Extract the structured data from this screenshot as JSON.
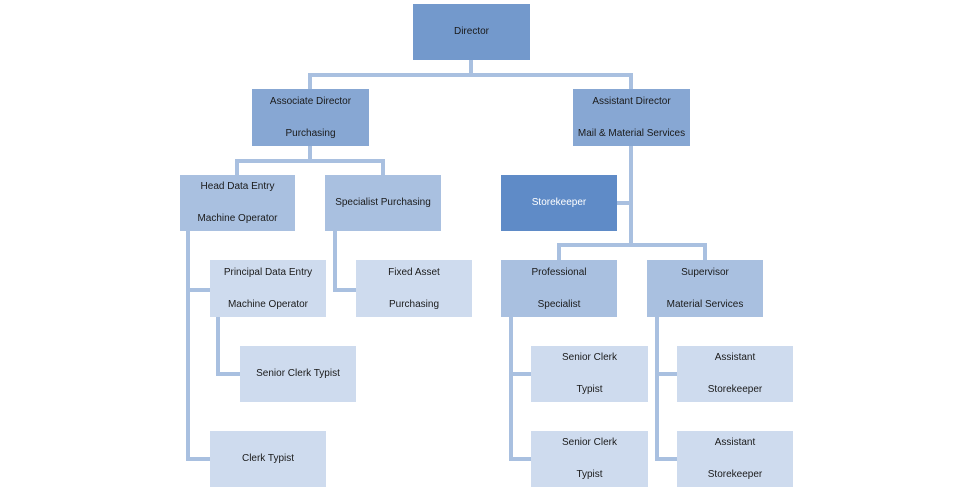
{
  "colors": {
    "connector": "#a9c0e0",
    "director": "#7399cc",
    "second_level": "#87a7d3",
    "third_level": "#a9c0e0",
    "fourth_level": "#cedbee",
    "storekeeper": "#5f8bc7"
  },
  "nodes": {
    "director": {
      "line1": "Director"
    },
    "associate_director": {
      "line1": "Associate Director",
      "line2": "Purchasing"
    },
    "assistant_director": {
      "line1": "Assistant Director",
      "line2": "Mail & Material Services"
    },
    "head_data_entry": {
      "line1": "Head Data Entry",
      "line2": "Machine Operator"
    },
    "specialist_purchasing": {
      "line1": "Specialist Purchasing"
    },
    "storekeeper": {
      "line1": "Storekeeper"
    },
    "principal_data_entry": {
      "line1": "Principal Data Entry",
      "line2": "Machine Operator"
    },
    "fixed_asset": {
      "line1": "Fixed Asset",
      "line2": "Purchasing"
    },
    "professional_specialist": {
      "line1": "Professional",
      "line2": "Specialist"
    },
    "supervisor_material": {
      "line1": "Supervisor",
      "line2": "Material Services"
    },
    "senior_clerk_typist_left": {
      "line1": "Senior Clerk  Typist"
    },
    "clerk_typist": {
      "line1": "Clerk Typist"
    },
    "senior_clerk_typist_1": {
      "line1": "Senior Clerk",
      "line2": "Typist"
    },
    "senior_clerk_typist_2": {
      "line1": "Senior Clerk",
      "line2": "Typist"
    },
    "assistant_storekeeper_1": {
      "line1": "Assistant",
      "line2": "Storekeeper"
    },
    "assistant_storekeeper_2": {
      "line1": "Assistant",
      "line2": "Storekeeper"
    }
  }
}
